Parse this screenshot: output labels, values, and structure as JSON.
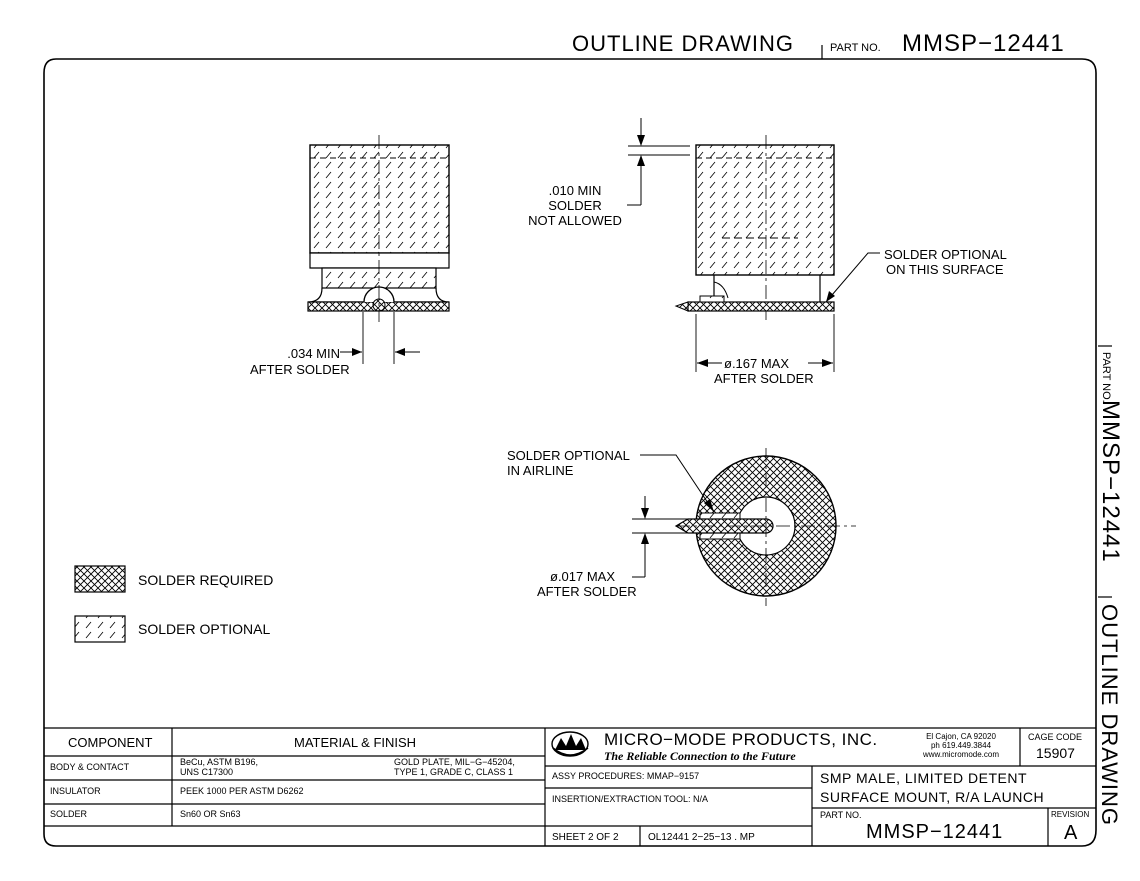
{
  "header": {
    "title": "OUTLINE DRAWING",
    "part_no_label": "PART NO.",
    "part_no": "MMSP−12441"
  },
  "side": {
    "part_no_label": "PART NO.",
    "part_no": "MMSP−12441",
    "title": "OUTLINE DRAWING"
  },
  "annotations": {
    "solder_min_1": ".034 MIN",
    "solder_min_2": "AFTER SOLDER",
    "not_allowed_1": ".010 MIN",
    "not_allowed_2": "SOLDER",
    "not_allowed_3": "NOT ALLOWED",
    "surface_1": "SOLDER OPTIONAL",
    "surface_2": "ON THIS SURFACE",
    "dia_1": "ø.167 MAX",
    "dia_2": "AFTER SOLDER",
    "airline_1": "SOLDER OPTIONAL",
    "airline_2": "IN AIRLINE",
    "pin_1": "ø.017 MAX",
    "pin_2": "AFTER SOLDER"
  },
  "legend": {
    "required": "SOLDER REQUIRED",
    "optional": "SOLDER OPTIONAL"
  },
  "title_block": {
    "col_component": "COMPONENT",
    "col_material": "MATERIAL & FINISH",
    "rows": [
      {
        "component": "BODY & CONTACT",
        "material_1": "BeCu, ASTM B196,",
        "material_2": "UNS C17300",
        "finish_1": "GOLD PLATE, MIL−G−45204,",
        "finish_2": "TYPE 1, GRADE C, CLASS 1"
      },
      {
        "component": "INSULATOR",
        "material_1": "PEEK 1000 PER ASTM D6262",
        "material_2": "",
        "finish_1": "",
        "finish_2": ""
      },
      {
        "component": "SOLDER",
        "material_1": "Sn60 OR Sn63",
        "material_2": "",
        "finish_1": "",
        "finish_2": ""
      }
    ],
    "company": "MICRO−MODE PRODUCTS, INC.",
    "tagline": "The Reliable Connection to the Future",
    "address_1": "El Cajon, CA  92020",
    "address_2": "ph  619.449.3844",
    "address_3": "www.micromode.com",
    "cage_label": "CAGE CODE",
    "cage_code": "15907",
    "assy": "ASSY PROCEDURES:  MMAP−9157",
    "tool": "INSERTION/EXTRACTION TOOL:  N/A",
    "desc_1": "SMP MALE, LIMITED DETENT",
    "desc_2": "SURFACE MOUNT, R/A LAUNCH",
    "part_label": "PART NO.",
    "part_no": "MMSP−12441",
    "rev_label": "REVISION",
    "revision": "A",
    "sheet": "SHEET  2  OF  2",
    "drawing_ref": "OL12441   2−25−13    .  MP"
  }
}
